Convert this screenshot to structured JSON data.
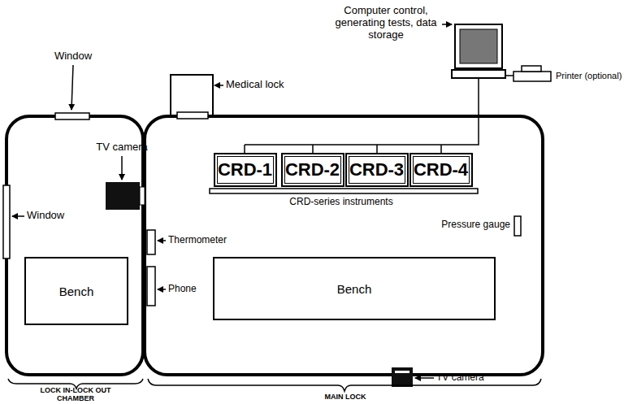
{
  "diagram": {
    "nodes": [
      {
        "text": [
          "Bench"
        ]
      },
      {
        "text": [
          "CRD-1"
        ]
      },
      {
        "text": [
          "CRD-2"
        ]
      },
      {
        "text": [
          "CRD-3"
        ]
      },
      {
        "text": [
          "CRD-4"
        ]
      },
      {
        "text": [
          "Bench"
        ]
      }
    ],
    "labels": [
      "Computer control, generating tests, data storage",
      "Printer (optional)",
      "Window",
      "Medical lock",
      "TV camera",
      "Window",
      "CRD-series instruments",
      "Pressure gauge",
      "Thermometer",
      "Phone",
      "TV camera",
      "LOCK IN-LOCK OUT CHAMBER",
      "MAIN LOCK"
    ]
  }
}
